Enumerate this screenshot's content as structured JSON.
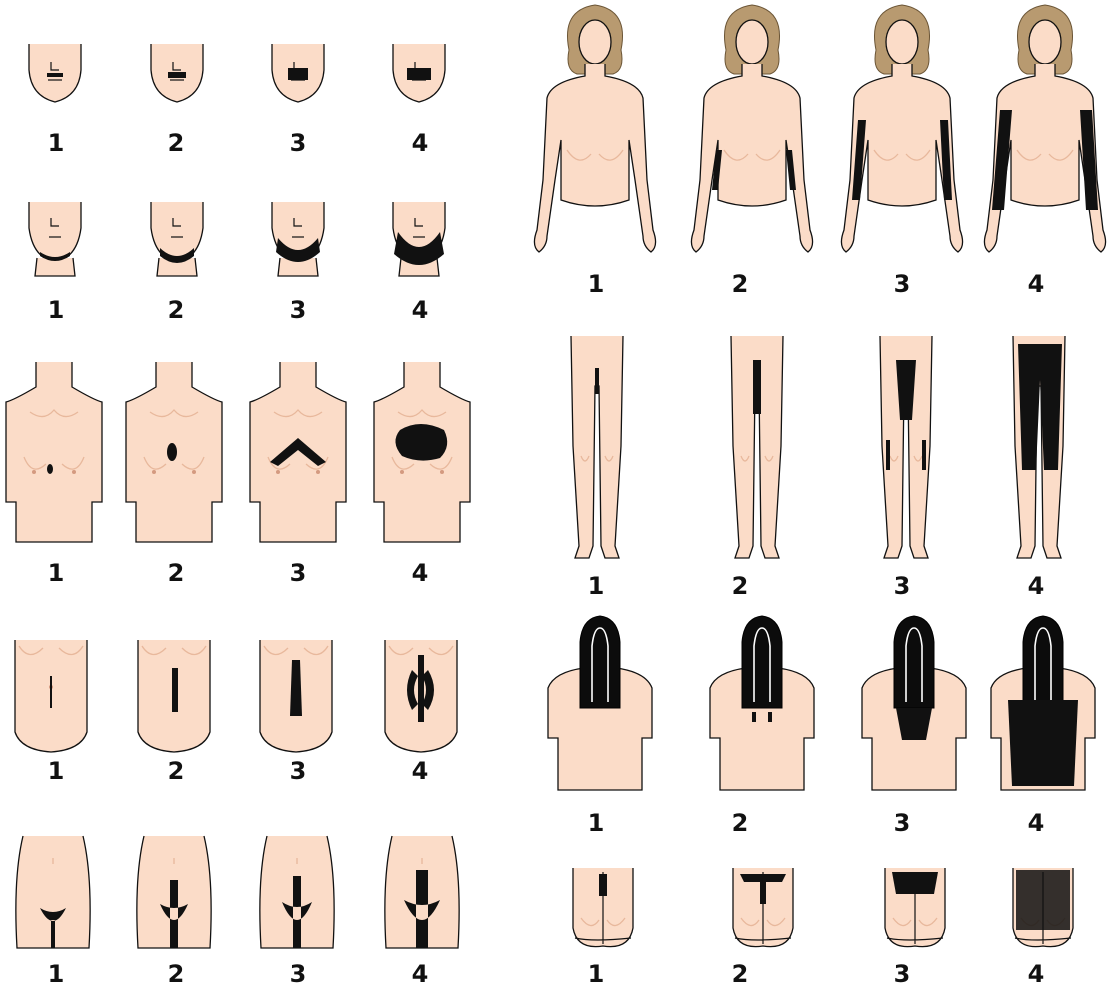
{
  "figure": {
    "grade_labels": [
      "1",
      "2",
      "3",
      "4"
    ]
  },
  "rows": [
    {
      "key": "upper_lip"
    },
    {
      "key": "chin"
    },
    {
      "key": "chest"
    },
    {
      "key": "abdomen"
    },
    {
      "key": "pubic"
    },
    {
      "key": "arms"
    },
    {
      "key": "legs"
    },
    {
      "key": "back"
    },
    {
      "key": "buttocks"
    }
  ]
}
